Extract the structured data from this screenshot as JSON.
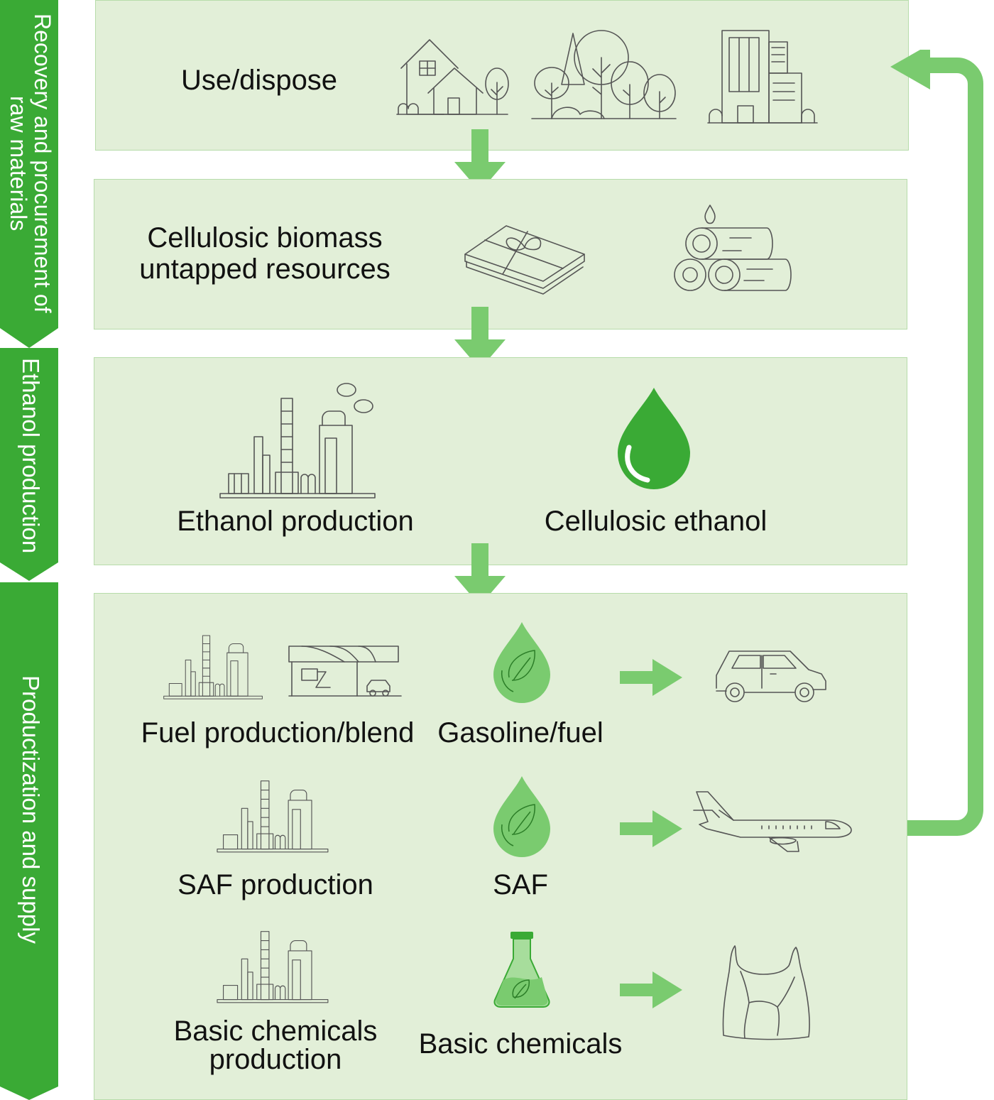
{
  "stages": {
    "recovery": "Recovery and procurement of raw materials",
    "ethanol": "Ethanol production",
    "productization": "Productization and supply"
  },
  "panel1": {
    "label": "Use/dispose"
  },
  "panel2": {
    "label_line1": "Cellulosic biomass",
    "label_line2": "untapped resources"
  },
  "panel3": {
    "production_label": "Ethanol production",
    "product_label": "Cellulosic ethanol"
  },
  "panel4": {
    "fuel": {
      "production_label": "Fuel production/blend",
      "product_label": "Gasoline/fuel"
    },
    "saf": {
      "production_label": "SAF production",
      "product_label": "SAF"
    },
    "chem": {
      "production_label_line1": "Basic chemicals",
      "production_label_line2": "production",
      "product_label": "Basic chemicals"
    }
  },
  "colors": {
    "panel_bg": "#e2efd8",
    "stage_green": "#3aaa35",
    "arrow_green": "#7acb6f",
    "drop_dark": "#3aaa35",
    "drop_light": "#7acb6f"
  },
  "icons": [
    "houses-icon",
    "trees-icon",
    "buildings-icon",
    "paper-bundle-icon",
    "logs-icon",
    "factory-icon",
    "ethanol-drop-icon",
    "gas-station-icon",
    "fuel-drop-icon",
    "car-icon",
    "airplane-icon",
    "flask-icon",
    "plastic-bag-icon"
  ]
}
